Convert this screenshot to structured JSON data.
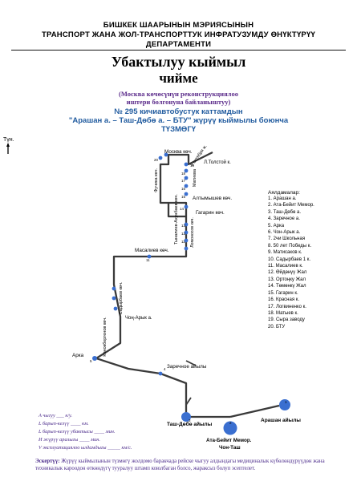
{
  "header": {
    "line1": "БИШКЕК ШААРЫНЫН  МЭРИЯСЫНЫН",
    "line2": "ТРАНСПОРТ ЖАНА ЖОЛ-ТРАНСПОРТТУК ИНФРАТУЗУМДУ ӨНҮКТҮРҮҮ",
    "line3": "ДЕПАРТАМЕНТИ"
  },
  "title": {
    "line1": "Убактылуу кыймыл",
    "line2": "чийме"
  },
  "subtitle": {
    "line1": "(Москва көчөсүнүн реконструкциялоо",
    "line2": "иштери болгонуна байланыштуу)"
  },
  "route": {
    "line1": "№ 295  кичиавтобустук каттамдын",
    "line2": "\"Арашан а. – Таш-Дөбө а. – БТУ\" жүрүү кыймылы боюнча",
    "line3": "ТҮЗМӨГҮ"
  },
  "north_label": "Түн.",
  "streets": {
    "moskva": "Москва көч.",
    "fuchika": "Фучика көч.",
    "oktyabrya": "9 октября ж.",
    "tolstoy": "Л.Толстой к.",
    "matieva": "Матиева",
    "altymyshev": "Алтымышев көч.",
    "gagarin": "Гагарин көч.",
    "lomonosov": "Ломоносов көч.",
    "tynaliev": "Тыналиев-Ахунбаев көч.",
    "masaliev": "Масалиев көч.",
    "sadyrbaev": "Садырбаев көч.",
    "konsbergen": "Конокбергенов көч.",
    "chon_aryk": "Чоң-Арык а.",
    "arka": "Арка",
    "zarechnoe": "Заречное айылы",
    "tash_dobo": "Таш-Дөбө айылы",
    "arashan": "Арашан айылы",
    "ata_beyit_1": "Ата-Бейит Мемор.",
    "ata_beyit_2": "Чон-Таш"
  },
  "point_numbers": [
    "20",
    "19",
    "18",
    "17",
    "16",
    "15",
    "14",
    "13",
    "12",
    "11",
    "10",
    "9",
    "8",
    "7",
    "6",
    "5",
    "4",
    "3",
    "2",
    "1"
  ],
  "stops_legend": {
    "title": "Аялдамалар:",
    "items": [
      "1. Арашан а.",
      "2. Ата-Бейит Мемор.",
      "3. Таш-Дөбө а.",
      "4. Заречное а.",
      "5. Арка",
      "6. Чон-Арык а.",
      "7. 2чи  Школьная",
      "8. 50 лет Победы к.",
      "9. Матисаков к.",
      "10. Садырбаев 1 к.",
      "11. Масалиев к.",
      "12. Өйдөнүү Жал",
      "13. Ортоңку Жал",
      "14. Төмөнкү Жал",
      "15. Гагарин к.",
      "16. Красная к.",
      "17. Логвиненко к.",
      "18. Матыев к.",
      "19. Сыра заводу",
      "20. БТУ"
    ]
  },
  "notes": [
    "А чыгуу ___ к/у.",
    "L барып-келүү ____ км.",
    "L барып-келүү убактысы ____ мин.",
    "И жүрүү аралыгы ____ мин.",
    "V эксплуатациялоо ылдамдыгы _____ км/с."
  ],
  "warning": {
    "label": "Эскертүү:",
    "text": "Жүрүү кыймылынын түзмөгү жолдомо баракчада рейске чыгуу алдындагы медициналык күбөлөндүрүүдөн жана техникалык кароодон өткөндүгү тууралуу штамп коюлбаган болсо, жараксыз болуп эсептелет."
  },
  "colors": {
    "route_line": "#3a3a3a",
    "stop_dot": "#3a6fd0",
    "blue_text": "#1f5a9e",
    "purple_text": "#4a2a8a"
  }
}
